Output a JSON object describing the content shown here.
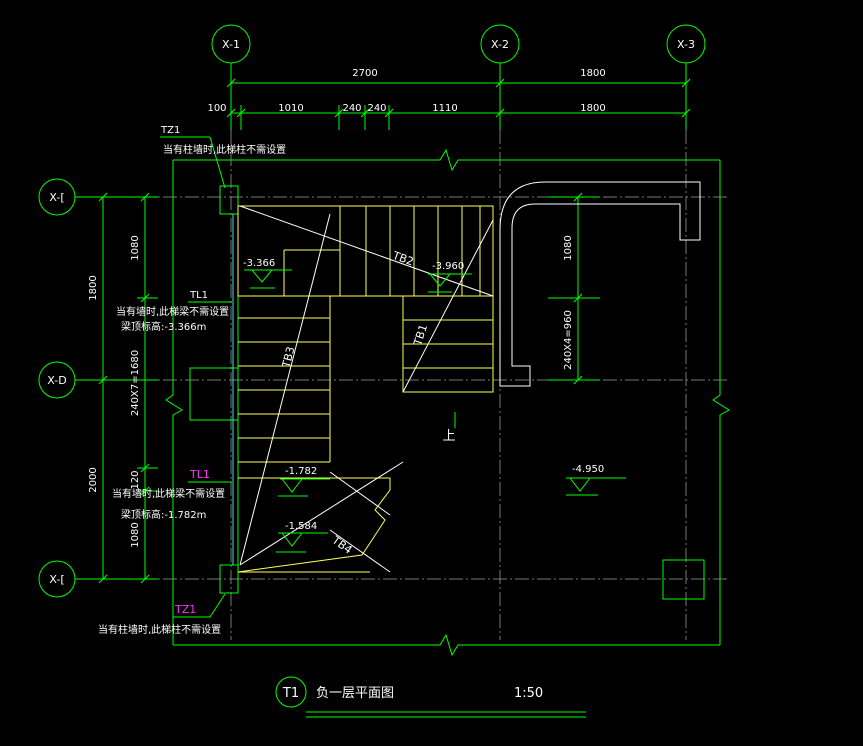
{
  "axes": {
    "x1": "X-1",
    "x2": "X-2",
    "x3": "X-3",
    "xe_top": "X-[",
    "xd": "X-D",
    "xe_bottom": "X-["
  },
  "dimensions": {
    "top_overall_1": "2700",
    "top_overall_2": "1800",
    "top_seg_100": "100",
    "top_seg_1010": "1010",
    "top_seg_240a": "240",
    "top_seg_240b": "240",
    "top_seg_1110": "1110",
    "top_seg_1800": "1800",
    "left_overall_1800": "1800",
    "left_overall_2000": "2000",
    "left_seg_1080a": "1080",
    "left_seg_steps": "240X7=1680",
    "left_seg_120": "120",
    "left_seg_1080b": "1080",
    "right_seg_1080": "1080",
    "right_seg_steps": "240X4=960"
  },
  "labels": {
    "tz1_top": "TZ1",
    "tz1_top_note": "当有柱墙时,此梯柱不需设置",
    "tl1_upper": "TL1",
    "tl1_upper_note1": "当有墙时,此梯梁不需设置",
    "tl1_upper_note2": "梁顶标高:-3.366m",
    "tl1_lower": "TL1",
    "tl1_lower_note1": "当有墙时,此梯梁不需设置",
    "tl1_lower_note2": "梁顶标高:-1.782m",
    "tz1_bottom": "TZ1",
    "tz1_bottom_note": "当有柱墙时,此梯柱不需设置",
    "tb1": "TB1",
    "tb2": "TB2",
    "tb3": "TB3",
    "tb4": "TB4",
    "up": "上"
  },
  "elevations": {
    "e1": "-3.366",
    "e2": "-3.960",
    "e3": "-1.782",
    "e4": "-1.584",
    "e5": "-4.950"
  },
  "title": {
    "tag": "T1",
    "name": "负一层平面图",
    "scale": "1:50"
  },
  "colors": {
    "line": "#00ff00",
    "stair": "#ffff55",
    "axis": "#777777",
    "text": "#ffffff",
    "magenta_label": "#ff33ff"
  }
}
